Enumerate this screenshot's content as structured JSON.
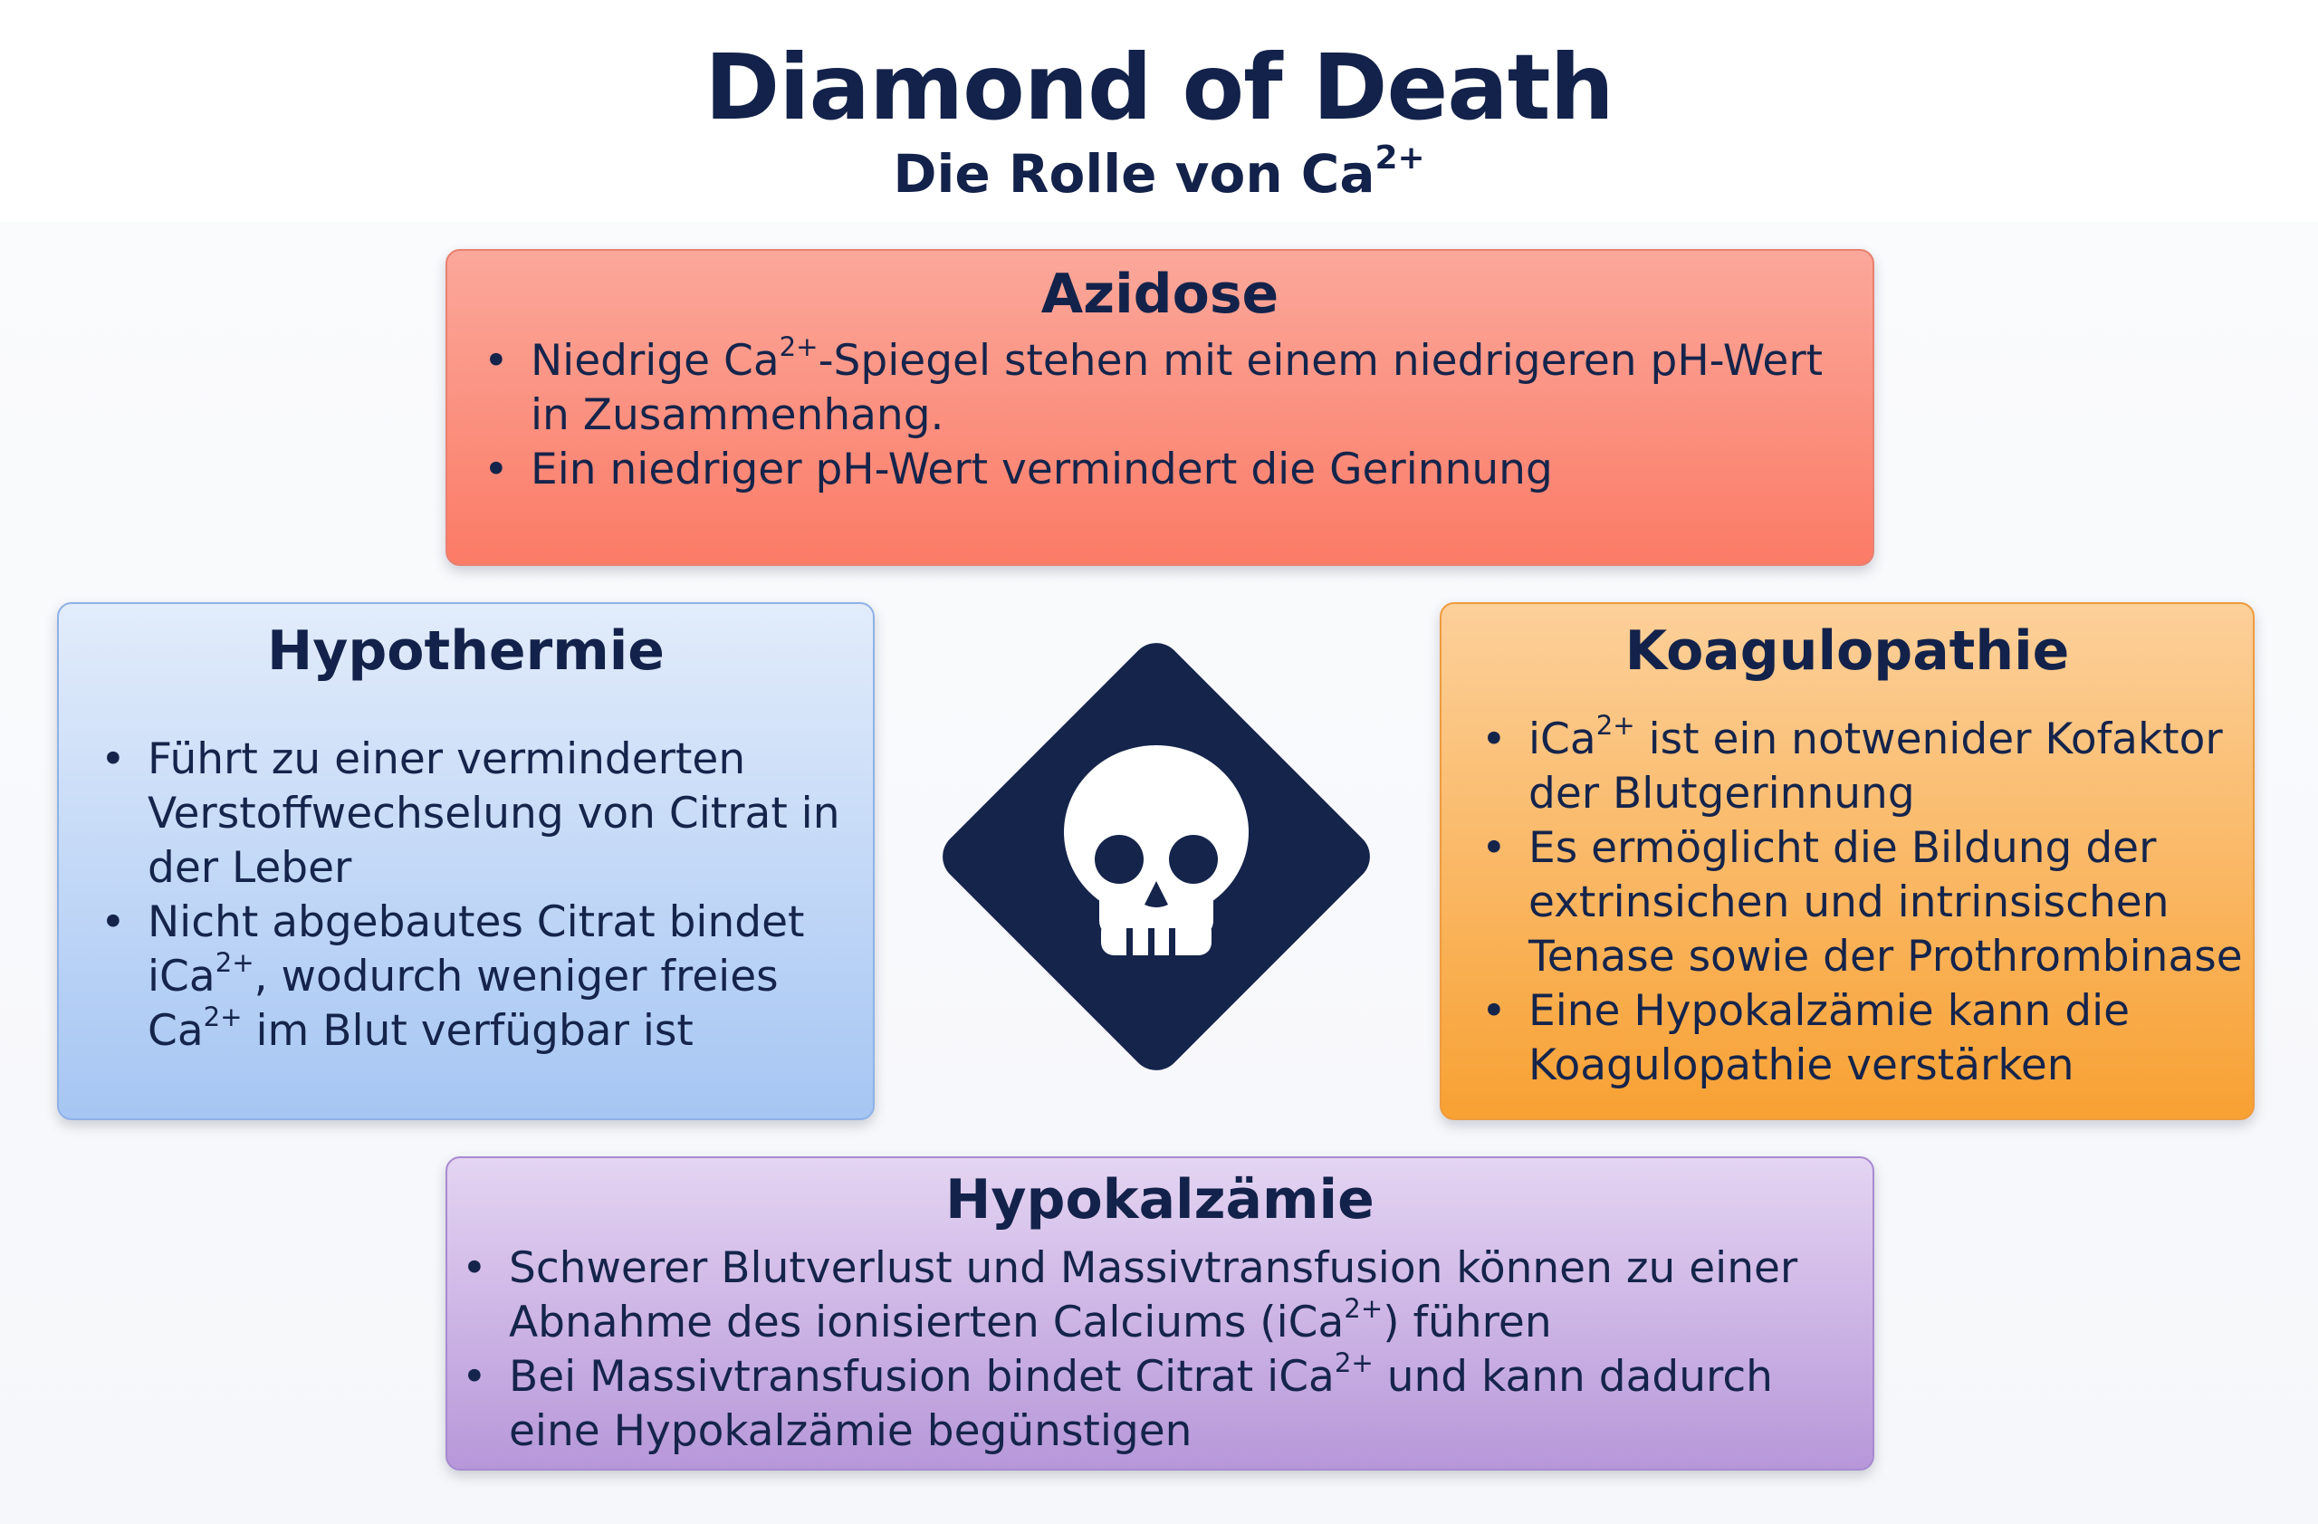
{
  "header": {
    "title": "Diamond of Death",
    "subtitle_prefix": "Die Rolle von Ca",
    "subtitle_sup": "2+"
  },
  "center": {
    "icon": "skull-in-diamond-icon",
    "diamond_color": "#15244b"
  },
  "azidose": {
    "title": "Azidose",
    "color": "#fb8a77",
    "bullets": [
      {
        "a": "Niedrige Ca",
        "sup": "2+",
        "b": "-Spiegel stehen mit einem niedrigeren pH-Wert in Zusammenhang."
      },
      {
        "a": "Ein niedriger pH-Wert vermindert die Gerinnung"
      }
    ]
  },
  "hypothermie": {
    "title": "Hypothermie",
    "color": "#b8d1f5",
    "bullets": [
      {
        "a": "Führt zu einer verminderten Verstoffwechselung von Citrat in der Leber"
      },
      {
        "a": "Nicht abgebautes Citrat bindet iCa",
        "sup": "2+",
        "b": ", wodurch weniger freies Ca",
        "sup2": "2+",
        "c": " im Blut verfügbar ist"
      }
    ]
  },
  "koagulopathie": {
    "title": "Koagulopathie",
    "color": "#fab46a",
    "bullets": [
      {
        "a": "iCa",
        "sup": "2+",
        "b": " ist ein notwenider Kofaktor der Blutgerinnung"
      },
      {
        "a": "Es ermöglicht die Bildung der extrinsichen und intrinsischen Tenase sowie der Prothrombinase"
      },
      {
        "a": "Eine Hypokalzämie kann die Koagulopathie verstärken"
      }
    ]
  },
  "hypokalzaemie": {
    "title": "Hypokalzämie",
    "color": "#c9aee4",
    "bullets": [
      {
        "a": "Schwerer Blutverlust und Massivtransfusion können zu einer Abnahme des ionisierten Calciums (iCa",
        "sup": "2+",
        "b": ") führen"
      },
      {
        "a": "Bei  Massivtransfusion bindet Citrat iCa",
        "sup": "2+",
        "b": " und kann dadurch eine Hypokalzämie begünstigen"
      }
    ]
  }
}
